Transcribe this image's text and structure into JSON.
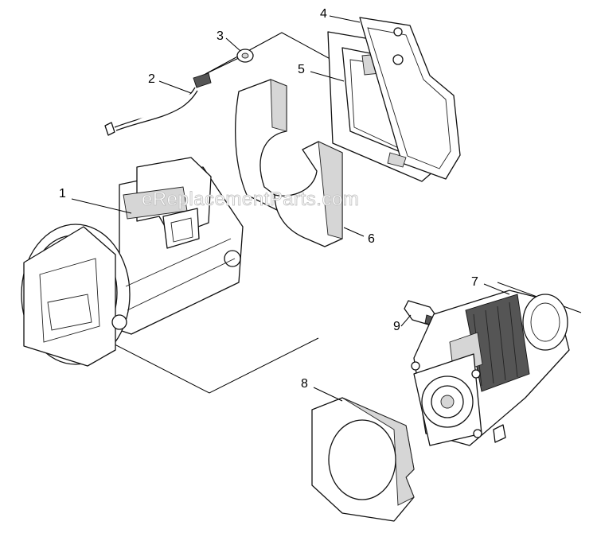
{
  "watermark": "eReplacementParts.com",
  "callouts": {
    "p1": "1",
    "p2": "2",
    "p3": "3",
    "p4": "4",
    "p5": "5",
    "p6": "6",
    "p7": "7",
    "p8": "8",
    "p9": "9"
  }
}
